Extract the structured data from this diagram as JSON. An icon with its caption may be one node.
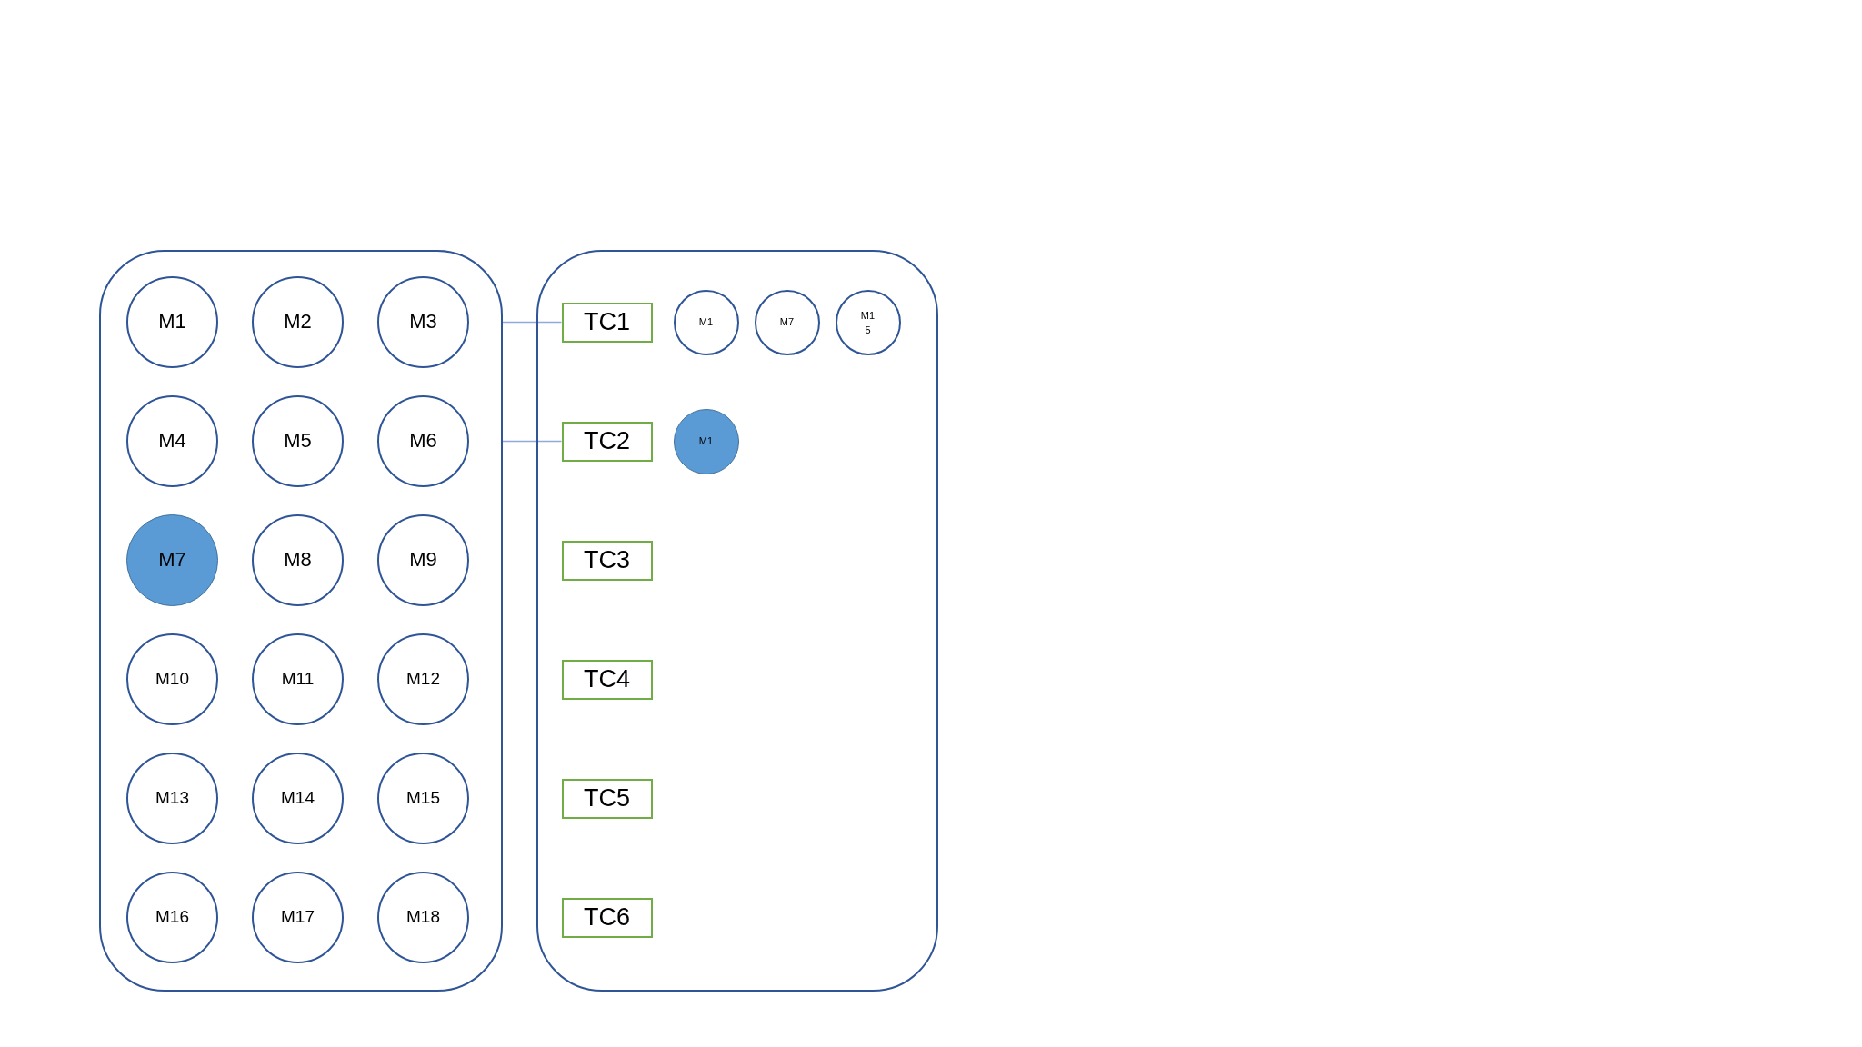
{
  "diagram": {
    "nodes": [
      {
        "text": [],
        "shape": "box"
      },
      {
        "text": [
          "M1"
        ],
        "in": 0
      },
      {
        "text": [
          "M2"
        ],
        "in": 0
      },
      {
        "text": [
          "M3"
        ],
        "in": 0
      },
      {
        "text": [
          "M4"
        ],
        "in": 0
      },
      {
        "text": [
          "M5"
        ],
        "in": 0
      },
      {
        "text": [
          "M6"
        ],
        "in": 0
      },
      {
        "text": [
          "M7"
        ],
        "in": 0
      },
      {
        "text": [
          "M8"
        ],
        "in": 0
      },
      {
        "text": [
          "M9"
        ],
        "in": 0
      },
      {
        "text": [
          "M10"
        ],
        "in": 0
      },
      {
        "text": [
          "M11"
        ],
        "in": 0
      },
      {
        "text": [
          "M12"
        ],
        "in": 0
      },
      {
        "text": [
          "M13"
        ],
        "in": 0
      },
      {
        "text": [
          "M14"
        ],
        "in": 0
      },
      {
        "text": [
          "M15"
        ],
        "in": 0
      },
      {
        "text": [
          "M16"
        ],
        "in": 0
      },
      {
        "text": [
          "M17"
        ],
        "in": 0
      },
      {
        "text": [
          "M18"
        ],
        "in": 0
      },
      {
        "text": [],
        "shape": "box"
      },
      {
        "text": [
          "TC1"
        ],
        "in": 19
      },
      {
        "text": [
          "M1"
        ],
        "in": 19
      },
      {
        "text": [
          "M7"
        ],
        "in": 19
      },
      {
        "text": [
          "M15"
        ],
        "in": 19
      },
      {
        "text": [
          "TC2"
        ],
        "in": 19
      },
      {
        "text": [
          "M1"
        ],
        "in": 19
      },
      {
        "text": [
          "TC3"
        ],
        "in": 19
      },
      {
        "text": [
          "TC4"
        ],
        "in": 19
      },
      {
        "text": [
          "TC5"
        ],
        "in": 19
      },
      {
        "text": [
          "TC6"
        ],
        "in": 19
      }
    ],
    "edges": [
      {
        "from": 0,
        "to": 20,
        "arrow": "none"
      },
      {
        "from": 0,
        "to": 24,
        "arrow": "none"
      }
    ]
  }
}
